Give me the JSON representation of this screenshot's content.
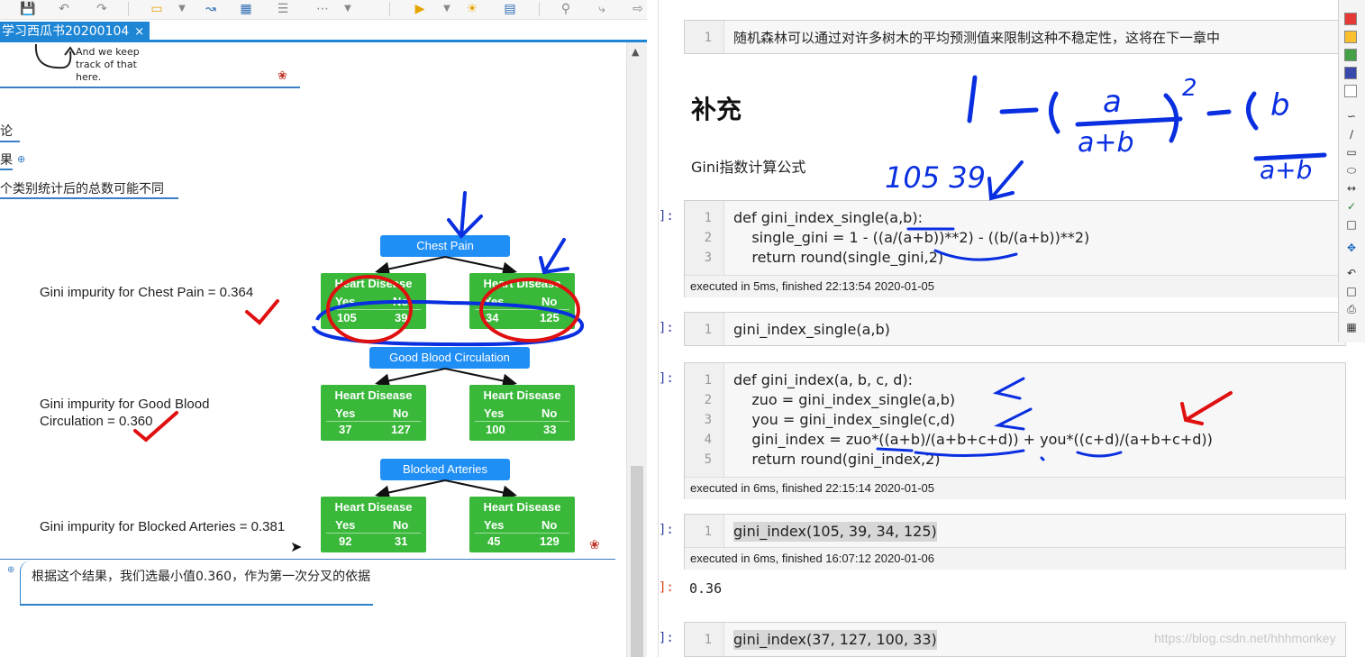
{
  "mindmap": {
    "tab_title": "学习西瓜书20200104",
    "tab_close": "×",
    "note_text": "And we keep track of that here.",
    "branch_1": "论",
    "branch_2": "果",
    "branch_3": "个类别统计后的总数可能不同",
    "conclusion": "根据这个结果，我们选最小值0.360，作为第一次分叉的依据"
  },
  "tree": {
    "header_label": "Heart Disease",
    "yes_label": "Yes",
    "no_label": "No",
    "features": [
      {
        "name": "Chest Pain",
        "gini_text": "Gini impurity for Chest Pain = 0.364",
        "left": {
          "yes": 105,
          "no": 39
        },
        "right": {
          "yes": 34,
          "no": 125
        }
      },
      {
        "name": "Good Blood Circulation",
        "gini_text": "Gini impurity for Good Blood Circulation = 0.360",
        "left": {
          "yes": 37,
          "no": 127
        },
        "right": {
          "yes": 100,
          "no": 33
        }
      },
      {
        "name": "Blocked Arteries",
        "gini_text": "Gini impurity for Blocked Arteries = 0.381",
        "left": {
          "yes": 92,
          "no": 31
        },
        "right": {
          "yes": 45,
          "no": 129
        }
      }
    ]
  },
  "notebook": {
    "top_cell_text": "随机森林可以通过对许多树木的平均预测值来限制这种不稳定性，这将在下一章中",
    "heading": "补充",
    "paragraph": "Gini指数计算公式",
    "prompt_in": "]:",
    "cells": [
      {
        "lines": [
          "def gini_index_single(a,b):",
          "    single_gini = 1 - ((a/(a+b))**2) - ((b/(a+b))**2)",
          "    return round(single_gini,2)"
        ],
        "exec": "executed in 5ms, finished 22:13:54 2020-01-05"
      },
      {
        "lines": [
          "gini_index_single(a,b)"
        ],
        "exec": ""
      },
      {
        "lines": [
          "def gini_index(a, b, c, d):",
          "    zuo = gini_index_single(a,b)",
          "    you = gini_index_single(c,d)",
          "    gini_index = zuo*((a+b)/(a+b+c+d)) + you*((c+d)/(a+b+c+d))",
          "    return round(gini_index,2)"
        ],
        "exec": "executed in 6ms, finished 22:15:14 2020-01-05"
      },
      {
        "lines": [
          "gini_index(105, 39, 34, 125)"
        ],
        "exec": "executed in 6ms, finished 16:07:12 2020-01-06"
      },
      {
        "lines": [
          "gini_index(37, 127, 100, 33)"
        ],
        "exec": ""
      }
    ],
    "output_prompt": "]:",
    "output_value": "0.36",
    "line_numbers": [
      "1",
      "2",
      "3",
      "4",
      "5"
    ]
  },
  "handwriting": {
    "formula_left": "1 − (",
    "formula_frac_num": "a",
    "formula_frac_den": "a+b",
    "formula_exp": "2",
    "formula_minus": "− (",
    "formula_frac2_num": "b",
    "formula_frac2_den": "a+b",
    "numbers": "105  39"
  },
  "watermark": "https://blog.csdn.net/hhhmonkey",
  "colors": {
    "accent": "#1f86d6",
    "leaf_green": "#39b83a",
    "ink_blue": "#0a2fe0",
    "ink_red": "#e01010"
  }
}
